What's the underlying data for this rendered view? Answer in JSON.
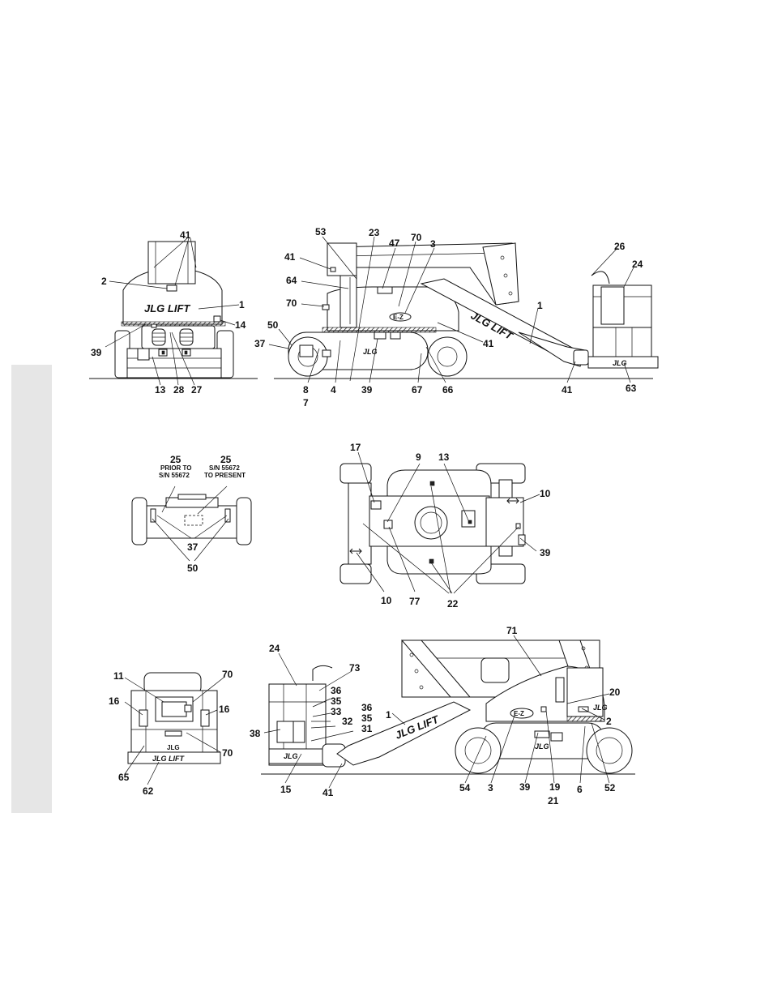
{
  "brand_text": "JLG LIFT",
  "brand_short": "JLG",
  "badge_text": "E-Z",
  "views": {
    "rear_top": [
      "41",
      "2",
      "1",
      "14",
      "39",
      "13",
      "28",
      "27"
    ],
    "side_top": [
      "53",
      "23",
      "47",
      "70",
      "3",
      "41",
      "64",
      "70",
      "50",
      "37",
      "8",
      "7",
      "4",
      "39",
      "67",
      "66",
      "41",
      "1",
      "41",
      "26",
      "24",
      "63"
    ],
    "front_middle": {
      "label_a": "25",
      "label_a_note1": "PRIOR TO",
      "label_a_note2": "S/N 55672",
      "label_b": "25",
      "label_b_note1": "S/N 55672",
      "label_b_note2": "TO PRESENT",
      "others": [
        "37",
        "50"
      ]
    },
    "top_view": [
      "17",
      "9",
      "13",
      "10",
      "39",
      "10",
      "77",
      "22"
    ],
    "platform_front": [
      "11",
      "70",
      "16",
      "16",
      "70",
      "65",
      "62"
    ],
    "side_bottom": [
      "24",
      "73",
      "36",
      "35",
      "33",
      "36",
      "35",
      "32",
      "31",
      "1",
      "38",
      "15",
      "41",
      "71",
      "20",
      "2",
      "54",
      "3",
      "39",
      "19",
      "21",
      "6",
      "52"
    ]
  }
}
